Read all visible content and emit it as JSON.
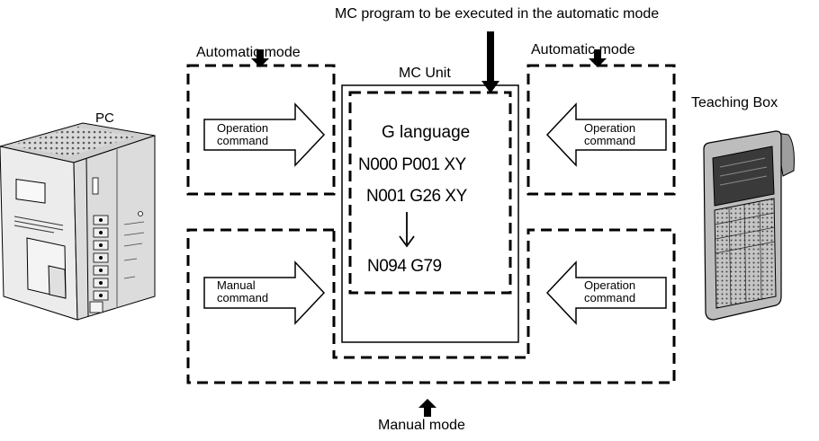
{
  "labels": {
    "top_caption": "MC program to be executed in the automatic mode",
    "auto_mode_left": "Automatic mode",
    "auto_mode_right": "Automatic mode",
    "mc_unit": "MC Unit",
    "pc": "PC",
    "teaching_box": "Teaching Box",
    "manual_mode": "Manual mode"
  },
  "arrows": {
    "operation_left_line1": "Operation",
    "operation_left_line2": "command",
    "manual_left_line1": "Manual",
    "manual_left_line2": "command",
    "operation_right_top_line1": "Operation",
    "operation_right_top_line2": "command",
    "operation_right_bottom_line1": "Operation",
    "operation_right_bottom_line2": "command"
  },
  "program": {
    "heading": "G language",
    "line1": "N000 P001 XY",
    "line2": "N001 G26 XY",
    "line3": "N094 G79"
  },
  "colors": {
    "ink": "#000000",
    "device_body": "#e6e6e6",
    "device_shadow": "#9a9a9a",
    "teaching_box_body": "#b9b9b9",
    "teaching_box_screen": "#3a3a3a"
  }
}
